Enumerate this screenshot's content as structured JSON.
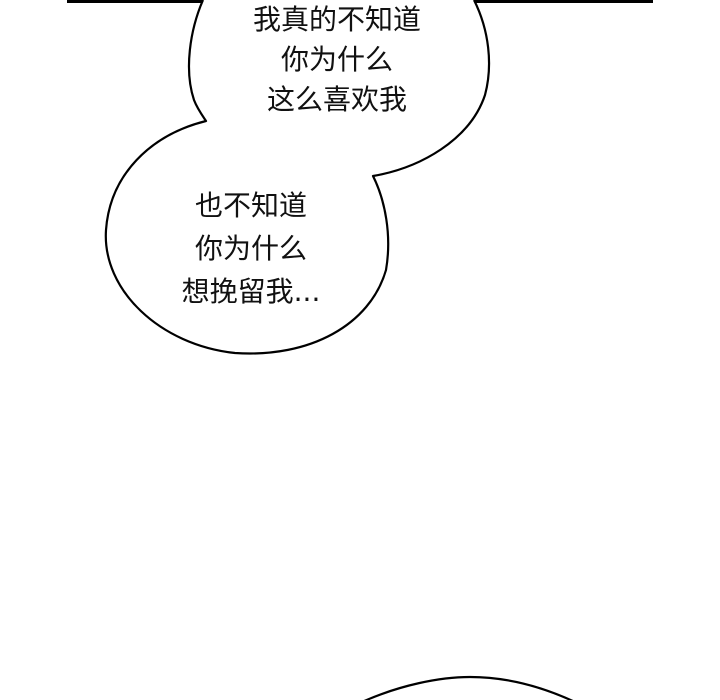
{
  "panel": {
    "background_color": "#ffffff",
    "line_color": "#000000"
  },
  "speech_bubbles": [
    {
      "id": "upper",
      "lines": [
        "我真的不知道",
        "你为什么",
        "这么喜欢我"
      ]
    },
    {
      "id": "lower",
      "lines": [
        "也不知道",
        "你为什么",
        "想挽留我..."
      ]
    },
    {
      "id": "bottom-partial",
      "lines": []
    }
  ]
}
